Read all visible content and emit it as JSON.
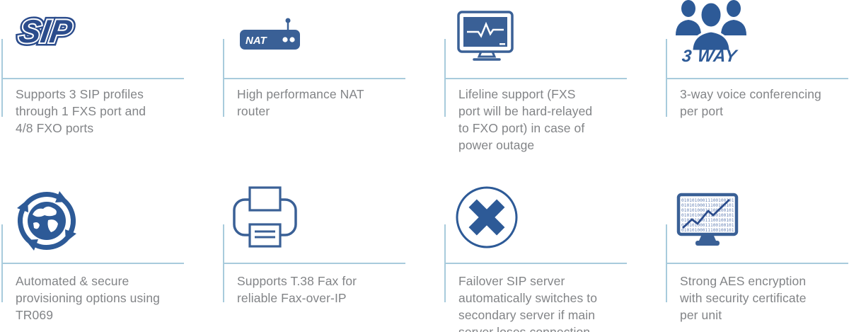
{
  "colors": {
    "accent_dark_blue": "#2b4c8c",
    "icon_blue": "#3a6096",
    "icon_blue_deep": "#2d5a97",
    "divider_light_blue": "#a8cbdc",
    "text_gray": "#828487",
    "background": "#ffffff"
  },
  "features": [
    {
      "name": "sip-profiles",
      "icon": "sip-logo-icon",
      "icon_label": "SIP",
      "description": "Supports 3 SIP profiles\nthrough 1 FXS port and\n4/8 FXO ports"
    },
    {
      "name": "nat-router",
      "icon": "nat-router-icon",
      "icon_label": "NAT",
      "description": "High performance NAT\nrouter"
    },
    {
      "name": "lifeline-support",
      "icon": "monitor-heartbeat-icon",
      "description": "Lifeline support (FXS\nport will be hard-relayed\nto FXO port) in case of\npower outage"
    },
    {
      "name": "three-way-conferencing",
      "icon": "people-group-icon",
      "icon_label": "3 WAY",
      "description": "3-way voice conferencing\nper port"
    },
    {
      "name": "auto-provisioning",
      "icon": "globe-arrows-icon",
      "description": "Automated & secure\nprovisioning options using\nTR069"
    },
    {
      "name": "t38-fax",
      "icon": "fax-printer-icon",
      "description": "Supports T.38 Fax for\nreliable Fax-over-IP"
    },
    {
      "name": "sip-failover",
      "icon": "x-circle-icon",
      "description": "Failover SIP server\nautomatically switches to\nsecondary server if main\nserver loses connection"
    },
    {
      "name": "aes-encryption",
      "icon": "monitor-binary-icon",
      "binary_row": "0101010001110010010101",
      "description": "Strong AES encryption\nwith security certificate\nper unit"
    }
  ]
}
